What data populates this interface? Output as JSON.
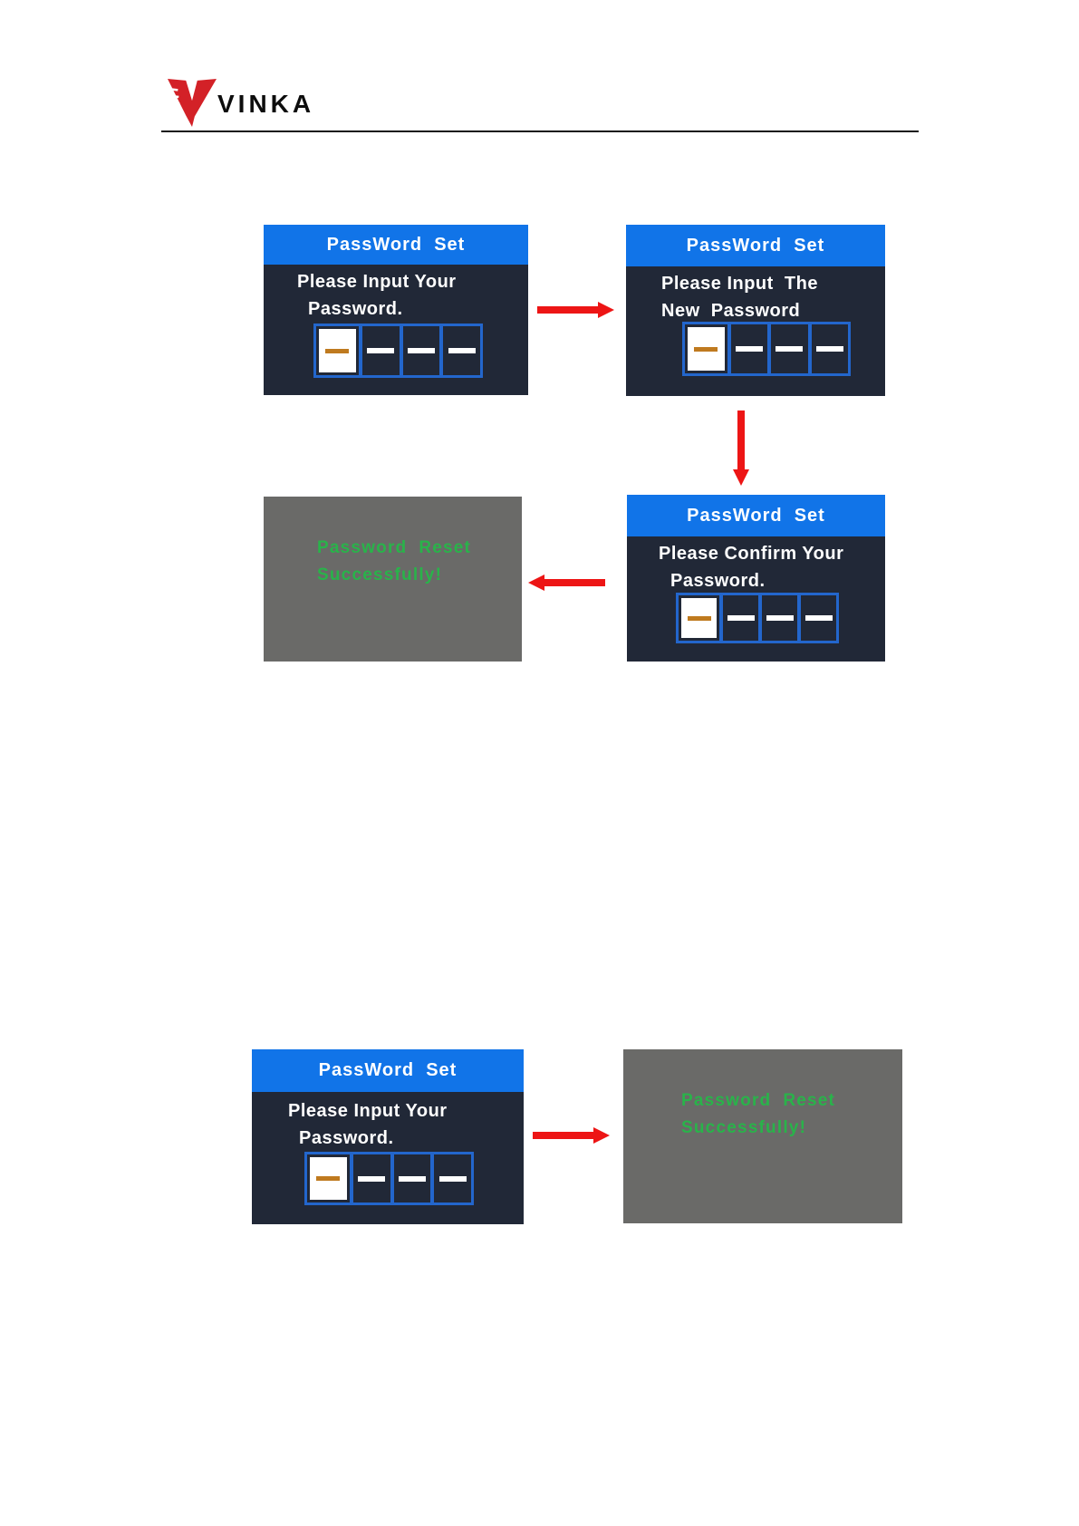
{
  "brand": {
    "name": "VINKA",
    "logo_icon": "vinka-bird-logo",
    "logo_color": "#d32127"
  },
  "colors": {
    "header_blue": "#1174e8",
    "screen_body_navy": "#212837",
    "password_box_border_blue": "#2366cc",
    "active_dash_orange": "#bf7a1f",
    "empty_dash_white": "#ffffff",
    "gray_screen": "#6a6a68",
    "success_green": "#29b34a",
    "arrow_red": "#ed1515"
  },
  "screens": {
    "s1": {
      "title": "PassWord  Set",
      "line1": "Please Input Your",
      "line2": "Password."
    },
    "s2": {
      "title": "PassWord  Set",
      "line1": "Please Input  The",
      "line2": "New  Password"
    },
    "s3": {
      "title": "PassWord  Set",
      "line1": "Please Confirm Your",
      "line2": "Password."
    },
    "s4": {
      "title": "PassWord  Set",
      "line1": "Please Input Your",
      "line2": "Password."
    },
    "g1": {
      "line1": "Password  Reset",
      "line2": "Successfully!"
    },
    "g2": {
      "line1": "Password  Reset",
      "line2": "Successfully!"
    }
  },
  "password_widget": {
    "cells": 4,
    "active_cell_index": 0
  },
  "flow_arrows": [
    {
      "direction": "right"
    },
    {
      "direction": "down"
    },
    {
      "direction": "left"
    },
    {
      "direction": "right"
    }
  ]
}
